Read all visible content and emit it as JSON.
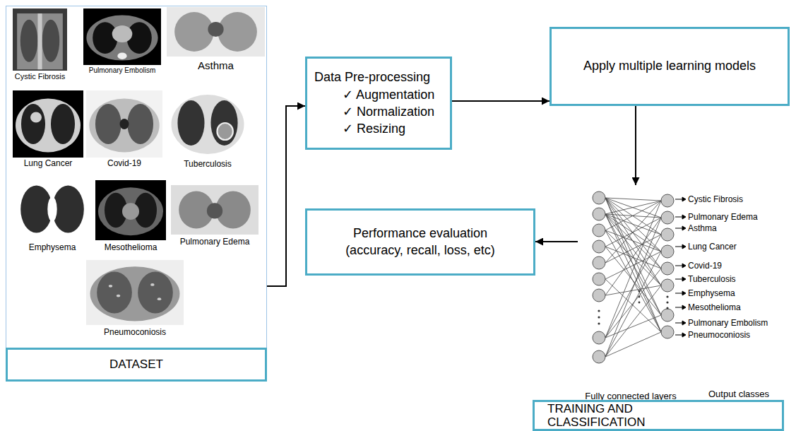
{
  "diagram": {
    "nodes": [
      {
        "text": [
          "DATASET"
        ]
      },
      {
        "text": [
          "Cystic Fibrosis"
        ],
        "in": 0
      },
      {
        "text": [
          "Pulmonary Embolism"
        ],
        "in": 0
      },
      {
        "text": [
          "Asthma"
        ],
        "in": 0
      },
      {
        "text": [
          "Lung Cancer"
        ],
        "in": 0
      },
      {
        "text": [
          "Covid-19"
        ],
        "in": 0
      },
      {
        "text": [
          "Tuberculosis"
        ],
        "in": 0
      },
      {
        "text": [
          "Emphysema"
        ],
        "in": 0
      },
      {
        "text": [
          "Mesothelioma"
        ],
        "in": 0
      },
      {
        "text": [
          "Pulmonary Edema"
        ],
        "in": 0
      },
      {
        "text": [
          "Pneumoconiosis"
        ],
        "in": 0
      },
      {
        "text": [
          "Data Pre-processing",
          "✓ Augmentation",
          "✓ Normalization",
          "✓ Resizing"
        ]
      },
      {
        "text": [
          "Apply multiple learning models"
        ]
      },
      {
        "text": [
          "Fully connected layers"
        ]
      },
      {
        "text": [
          "Performance evaluation (accuracy, recall, loss, etc)"
        ]
      },
      {
        "text": [
          "TRAINING AND CLASSIFICATION"
        ]
      }
    ],
    "edges": [
      {
        "from": 0,
        "to": 11,
        "arrow": "to"
      },
      {
        "from": 11,
        "to": 12,
        "arrow": "to"
      },
      {
        "from": 12,
        "to": 13,
        "arrow": "to"
      },
      {
        "from": 13,
        "to": 14,
        "arrow": "to"
      }
    ],
    "labels": [
      "Cystic Fibrosis",
      "Pulmonary Edema",
      "Asthma",
      "Lung Cancer",
      "Covid-19",
      "Tuberculosis",
      "Emphysema",
      "Mesothelioma",
      "Pulmonary Embolism",
      "Pneumoconiosis",
      "Output classes"
    ]
  }
}
